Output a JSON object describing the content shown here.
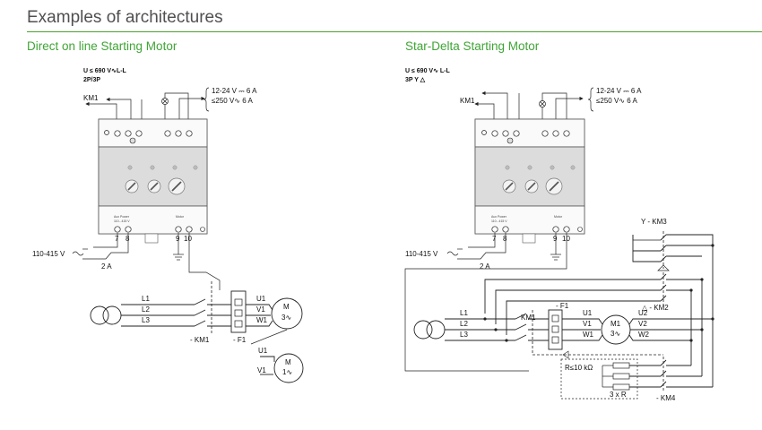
{
  "page": {
    "title": "Examples of architectures"
  },
  "left": {
    "subtitle": "Direct on line Starting Motor",
    "supply_rating": "U ≤ 690 V∿L-L",
    "poles": "2P/3P",
    "km1_output": "KM1",
    "aux_rating_line1": "12-24 V ⎓ 6 A",
    "aux_rating_line2": "≤250 V∿ 6 A",
    "aux_power_label": "Aux Power",
    "aux_power_range": "110...415 V",
    "terminal_7": "7",
    "terminal_8": "8",
    "terminal_9": "9",
    "terminal_10": "10",
    "motor_label": "Motor",
    "supply_voltage": "110-415 V",
    "fuse": "2 A",
    "l1": "L1",
    "l2": "L2",
    "l3": "L3",
    "contactor": "- KM1",
    "relay": "- F1",
    "u1": "U1",
    "v1": "V1",
    "w1": "W1",
    "motor_m": "M",
    "motor_3phase": "3∿",
    "u1_b": "U1",
    "v1_b": "V1",
    "motor_m_b": "M",
    "motor_1phase": "1∿"
  },
  "right": {
    "subtitle": "Star-Delta Starting Motor",
    "supply_rating": "U ≤ 690 V∿ L-L",
    "poles": "3P Y △",
    "km1_output": "KM1",
    "aux_rating_line1": "12-24 V ⎓ 6 A",
    "aux_rating_line2": "≤250 V∿ 6 A",
    "aux_power_label": "Aux Power",
    "aux_power_range": "110...415 V",
    "terminal_7": "7",
    "terminal_8": "8",
    "terminal_9": "9",
    "terminal_10": "10",
    "motor_label": "Motor",
    "supply_voltage": "110-415 V",
    "fuse": "2 A",
    "km3": "Y - KM3",
    "km2": "△ - KM2",
    "km4": "- KM4",
    "km1": "KM1",
    "f1": "- F1",
    "l1": "L1",
    "l2": "L2",
    "l3": "L3",
    "u1": "U1",
    "v1": "V1",
    "w1": "W1",
    "u2": "U2",
    "v2": "V2",
    "w2": "W2",
    "motor_m": "M1",
    "motor_3phase": "3∿",
    "resistor_label": "R≤10 kΩ",
    "resistor_count": "3 x R"
  }
}
